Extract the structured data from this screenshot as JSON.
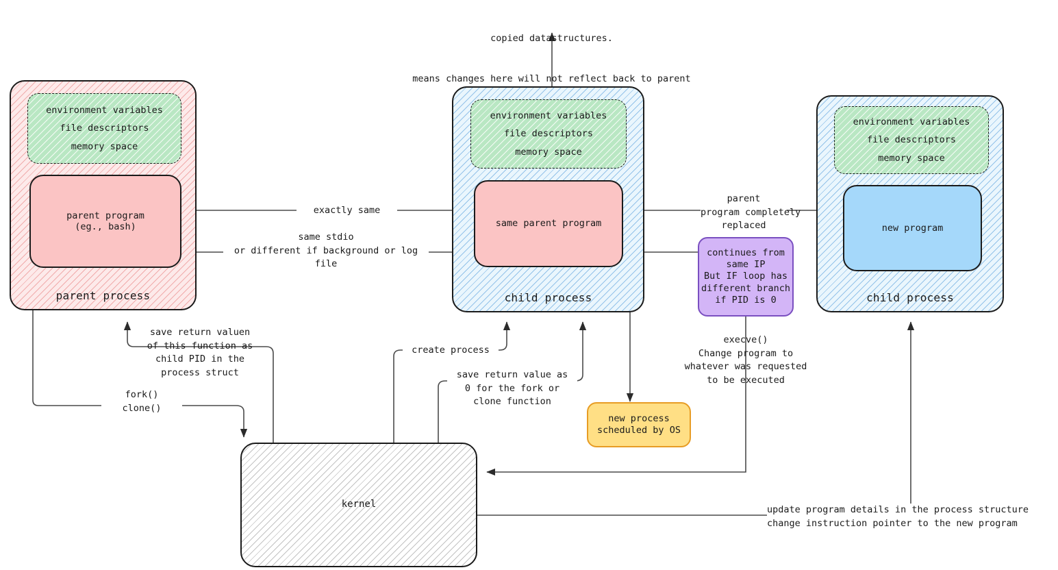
{
  "diagram": {
    "title": "fork / clone / execve process lifecycle",
    "colors": {
      "parent_hatch": "#fdeaea",
      "child_hatch": "#eaf6fd",
      "env_green": "#b9e7c3",
      "program_pink": "#fbc4c4",
      "program_blue": "#a5d8fa",
      "note_purple": "#d3b5f7",
      "note_yellow": "#ffdf85",
      "kernel_gray": "#787878",
      "stroke": "#1a1a1a"
    }
  },
  "top_note": {
    "line1": "copied datastructures.",
    "line2": "means changes here will not reflect back to parent"
  },
  "parent_process": {
    "label": "parent process",
    "env": {
      "line1": "environment variables",
      "line2": "file descriptors",
      "line3": "memory space"
    },
    "program": {
      "line1": "parent program",
      "line2": "(eg., bash)"
    }
  },
  "child_process_middle": {
    "label": "child process",
    "env": {
      "line1": "environment variables",
      "line2": "file descriptors",
      "line3": "memory space"
    },
    "program": {
      "line1": "same parent program"
    }
  },
  "child_process_right": {
    "label": "child process",
    "env": {
      "line1": "environment variables",
      "line2": "file descriptors",
      "line3": "memory space"
    },
    "program": {
      "line1": "new program"
    }
  },
  "notes": {
    "purple_ip": {
      "line1": "continues from",
      "line2": "same IP",
      "line3": "But IF loop has",
      "line4": "different branch",
      "line5": "if PID is 0"
    },
    "yellow_sched": {
      "line1": "new process",
      "line2": "scheduled by OS"
    },
    "kernel": {
      "label": "kernel"
    }
  },
  "edge_labels": {
    "exactly_same": "exactly same",
    "same_stdio": "same stdio\nor different if background or log\nfile",
    "parent_replaced": "parent\nprogram completely\nreplaced",
    "save_child_pid": "save return valuen\nof this function as\nchild PID in the\nprocess struct",
    "fork_clone": "fork()\nclone()",
    "create_process": "create process",
    "save_zero": "save return value as\n0 for the fork or\nclone function",
    "execve": "execve()\nChange program to\nwhatever was requested\nto be executed",
    "update_program": "update program details in the process structure\nchange instruction pointer to the new program"
  }
}
